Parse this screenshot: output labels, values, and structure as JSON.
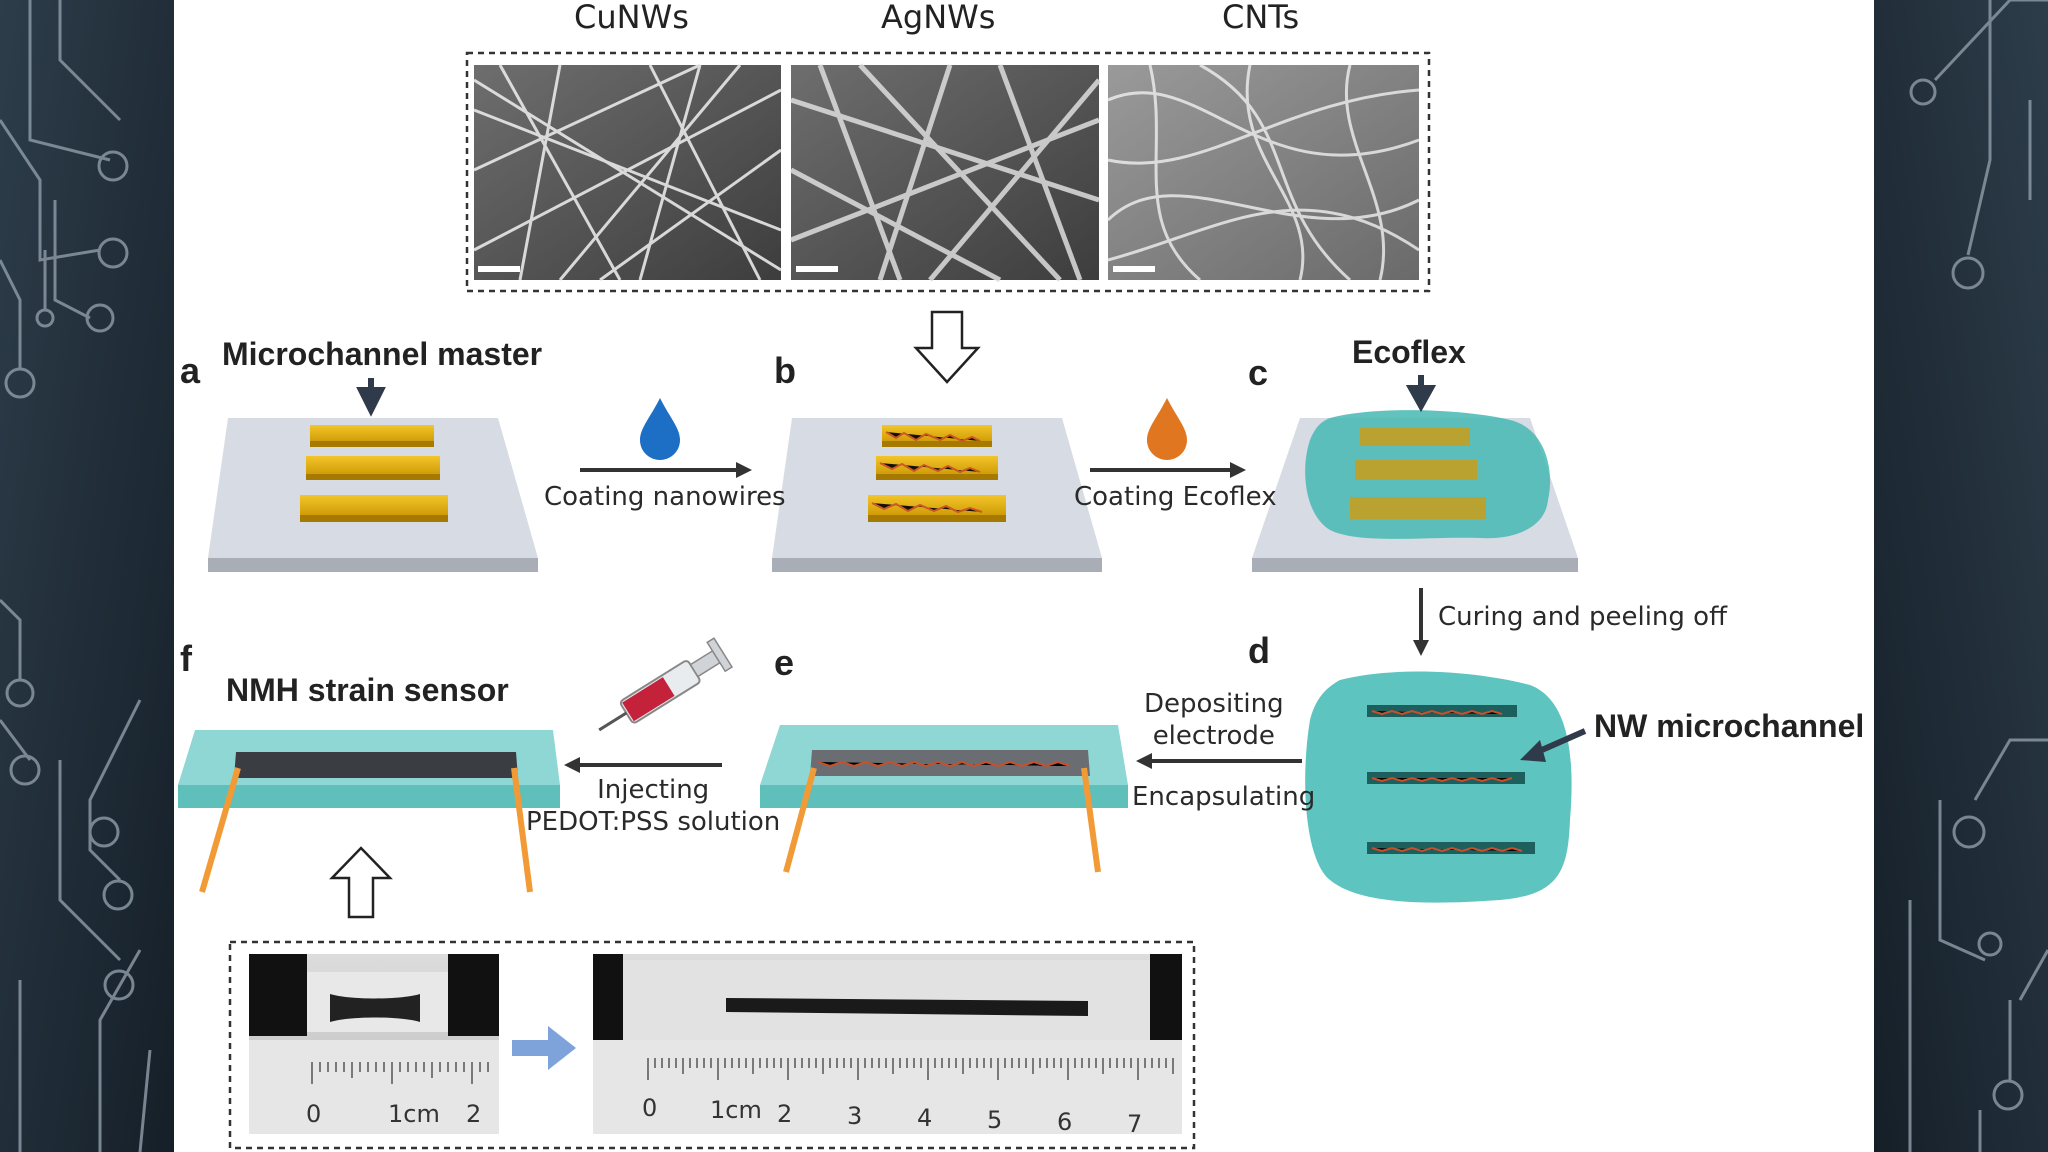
{
  "sem": {
    "labels": [
      "CuNWs",
      "AgNWs",
      "CNTs"
    ]
  },
  "panels": {
    "a": {
      "letter": "a",
      "title": "Microchannel master"
    },
    "b": {
      "letter": "b"
    },
    "c": {
      "letter": "c",
      "title": "Ecoflex"
    },
    "d": {
      "letter": "d",
      "title": "NW microchannel"
    },
    "e": {
      "letter": "e"
    },
    "f": {
      "letter": "f",
      "title": "NMH strain sensor"
    }
  },
  "steps": {
    "coating_nanowires": "Coating nanowires",
    "coating_ecoflex": "Coating Ecoflex",
    "curing_peeling": "Curing and peeling off",
    "depositing_line1": "Depositing",
    "depositing_line2": "electrode",
    "encapsulating": "Encapsulating",
    "injecting_line1": "Injecting",
    "injecting_line2": "PEDOT:PSS solution"
  },
  "photo": {
    "ruler_before": [
      "0",
      "1cm",
      "2"
    ],
    "ruler_after": [
      "0",
      "1cm",
      "2",
      "3",
      "4",
      "5",
      "6",
      "7"
    ]
  },
  "colors": {
    "ecoflex": "#5ec4c0",
    "gold_master": "#f3c52a",
    "electrode_lead": "#f29a36",
    "blue_drop": "#1d6fc6",
    "orange_drop": "#e0761f",
    "stretch_arrow": "#7ea3db",
    "slide_background": "#1c2a36"
  }
}
